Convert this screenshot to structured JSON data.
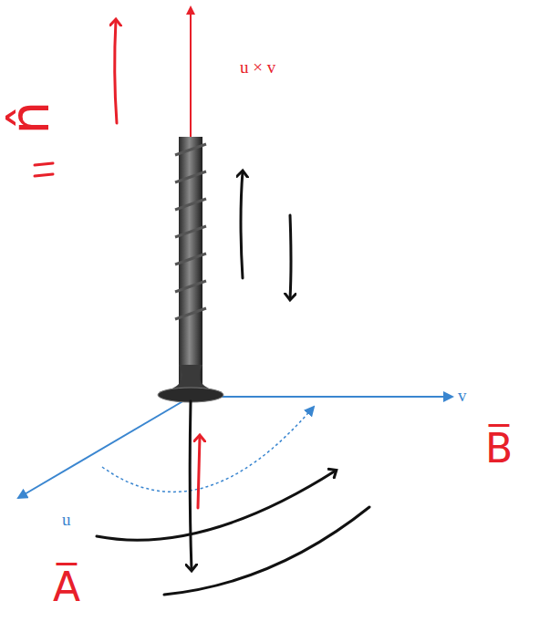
{
  "diagram": {
    "labels": [
      "u × v",
      "v",
      "u",
      "n̂",
      "A̅",
      "B̅"
    ]
  }
}
